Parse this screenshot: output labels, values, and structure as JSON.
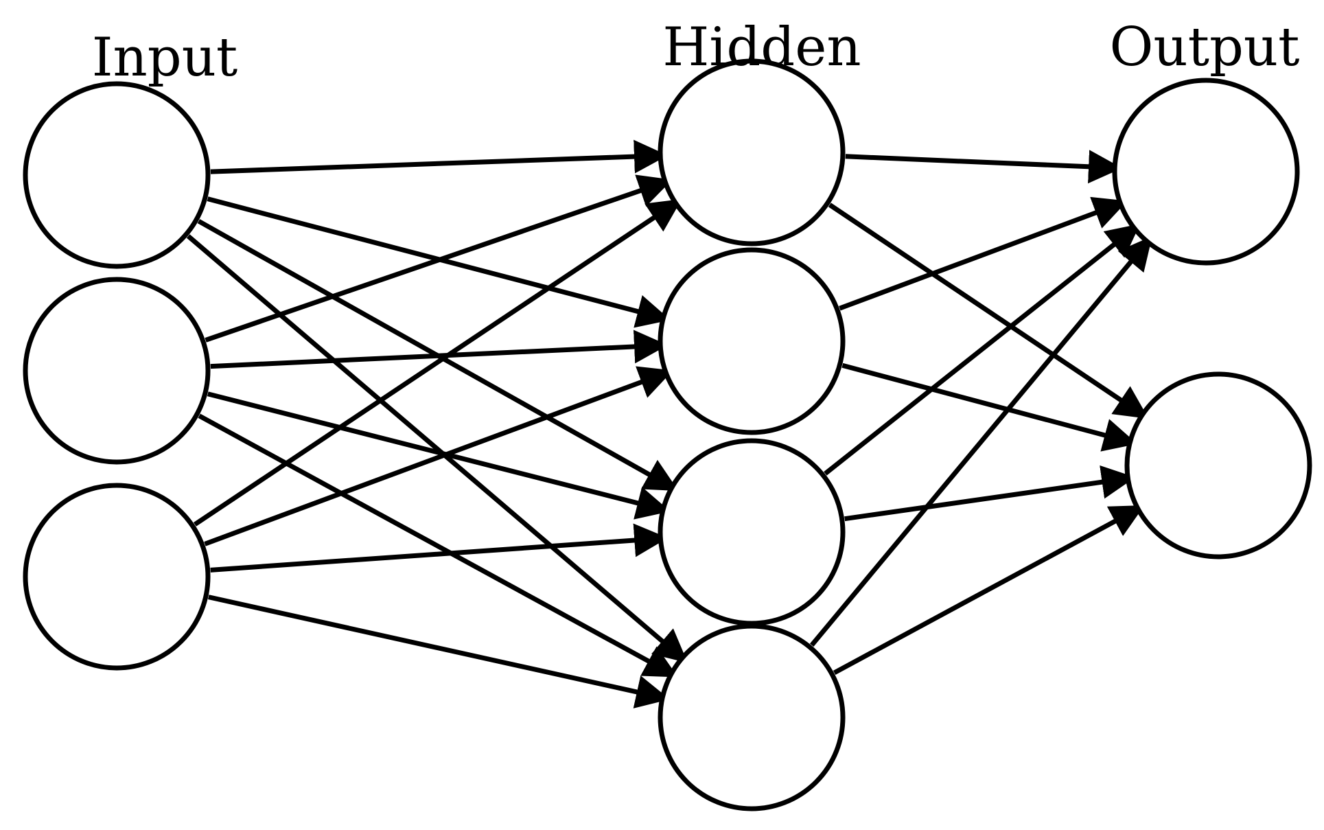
{
  "diagram": {
    "type": "feedforward-neural-network",
    "layers": [
      {
        "id": "input",
        "label": "Input",
        "node_count": 3
      },
      {
        "id": "hidden",
        "label": "Hidden",
        "node_count": 4
      },
      {
        "id": "output",
        "label": "Output",
        "node_count": 2
      }
    ],
    "connectivity": "fully-connected",
    "edge_style": "arrow",
    "colors": {
      "stroke": "#000000",
      "background": "#ffffff",
      "node_fill": "#ffffff"
    }
  }
}
